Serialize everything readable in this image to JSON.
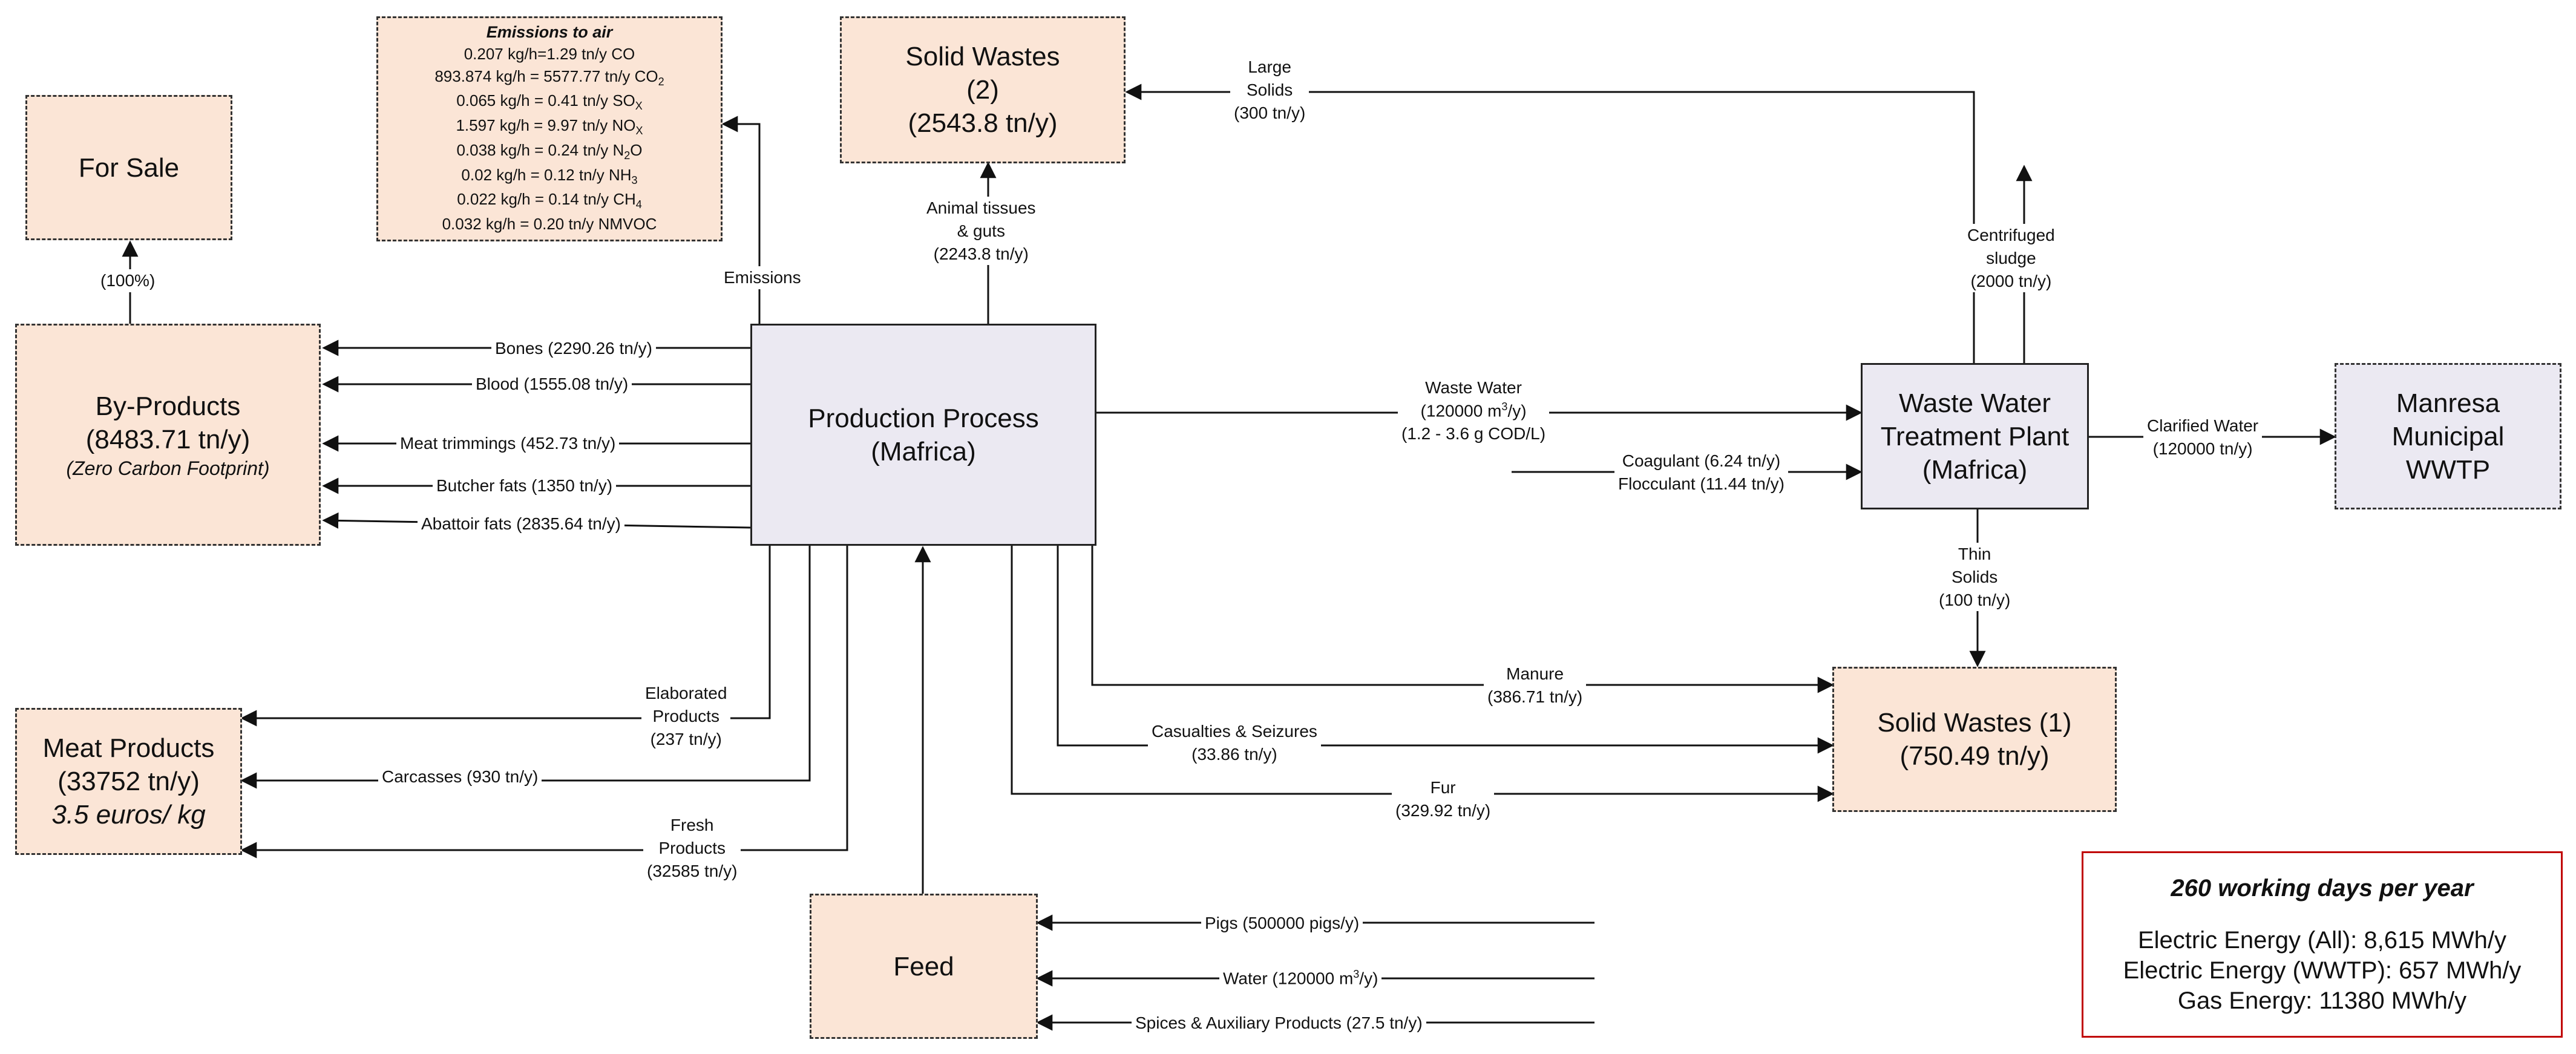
{
  "boxes": {
    "for_sale": {
      "label": "For Sale"
    },
    "by_products": {
      "title": "By-Products",
      "amount": "(8483.71 tn/y)",
      "note": "(Zero Carbon Footprint)"
    },
    "emissions": {
      "title": "Emissions to air",
      "lines": [
        {
          "text": "0.207 kg/h=1.29 tn/y CO",
          "sub": ""
        },
        {
          "text": "893.874 kg/h = 5577.77 tn/y CO",
          "sub": "2"
        },
        {
          "text": "0.065 kg/h = 0.41 tn/y SO",
          "sub": "X"
        },
        {
          "text": "1.597 kg/h = 9.97 tn/y NO",
          "sub": "X"
        },
        {
          "text": "0.038 kg/h = 0.24 tn/y N",
          "sub": "2",
          "tail": "O"
        },
        {
          "text": "0.02 kg/h = 0.12 tn/y NH",
          "sub": "3"
        },
        {
          "text": "0.022 kg/h = 0.14 tn/y CH",
          "sub": "4"
        },
        {
          "text": "0.032 kg/h = 0.20 tn/y NMVOC",
          "sub": ""
        }
      ]
    },
    "solid_wastes_2": {
      "title": "Solid Wastes",
      "num": "(2)",
      "amount": "(2543.8 tn/y)"
    },
    "production": {
      "title": "Production Process",
      "sub": "(Mafrica)"
    },
    "wwtp": {
      "line1": "Waste Water",
      "line2": "Treatment Plant",
      "line3": "(Mafrica)"
    },
    "manresa": {
      "line1": "Manresa",
      "line2": "Municipal",
      "line3": "WWTP"
    },
    "meat_products": {
      "title": "Meat Products",
      "amount": "(33752 tn/y)",
      "price": "3.5 euros/ kg"
    },
    "solid_wastes_1": {
      "title": "Solid Wastes (1)",
      "amount": "(750.49 tn/y)"
    },
    "feed": {
      "label": "Feed"
    },
    "info": {
      "title": "260 working days per year",
      "lines": [
        "Electric Energy (All): 8,615 MWh/y",
        "Electric Energy (WWTP): 657 MWh/y",
        "Gas Energy: 11380 MWh/y"
      ]
    }
  },
  "flows": {
    "for_sale_pct": "(100%)",
    "emissions": "Emissions",
    "animal_tissues": [
      "Animal tissues",
      "& guts",
      "(2243.8 tn/y)"
    ],
    "large_solids": [
      "Large",
      "Solids",
      "(300 tn/y)"
    ],
    "centrifuged": [
      "Centrifuged",
      "sludge",
      "(2000 tn/y)"
    ],
    "bones": "Bones (2290.26 tn/y)",
    "blood": "Blood (1555.08 tn/y)",
    "meat_trimmings": "Meat trimmings (452.73 tn/y)",
    "butcher_fats": "Butcher fats (1350 tn/y)",
    "abattoir_fats": "Abattoir fats (2835.64 tn/y)",
    "waste_water": {
      "line1": "Waste Water",
      "line2a": "(120000 m",
      "sup": "3",
      "line2b": "/y)",
      "line3": "(1.2 - 3.6 g COD/L)"
    },
    "coagulant": "Coagulant (6.24 tn/y)",
    "flocculant": "Flocculant (11.44 tn/y)",
    "clarified": [
      "Clarified Water",
      "(120000 tn/y)"
    ],
    "thin_solids": [
      "Thin",
      "Solids",
      "(100 tn/y)"
    ],
    "elaborated": [
      "Elaborated",
      "Products",
      "(237 tn/y)"
    ],
    "carcasses": "Carcasses (930 tn/y)",
    "fresh": [
      "Fresh",
      "Products",
      "(32585 tn/y)"
    ],
    "manure": [
      "Manure",
      "(386.71 tn/y)"
    ],
    "casualties": [
      "Casualties & Seizures",
      "(33.86 tn/y)"
    ],
    "fur": [
      "Fur",
      "(329.92 tn/y)"
    ],
    "pigs": "Pigs (500000 pigs/y)",
    "water": {
      "a": "Water (120000 m",
      "sup": "3",
      "b": "/y)"
    },
    "spices": "Spices & Auxiliary Products (27.5 tn/y)"
  }
}
